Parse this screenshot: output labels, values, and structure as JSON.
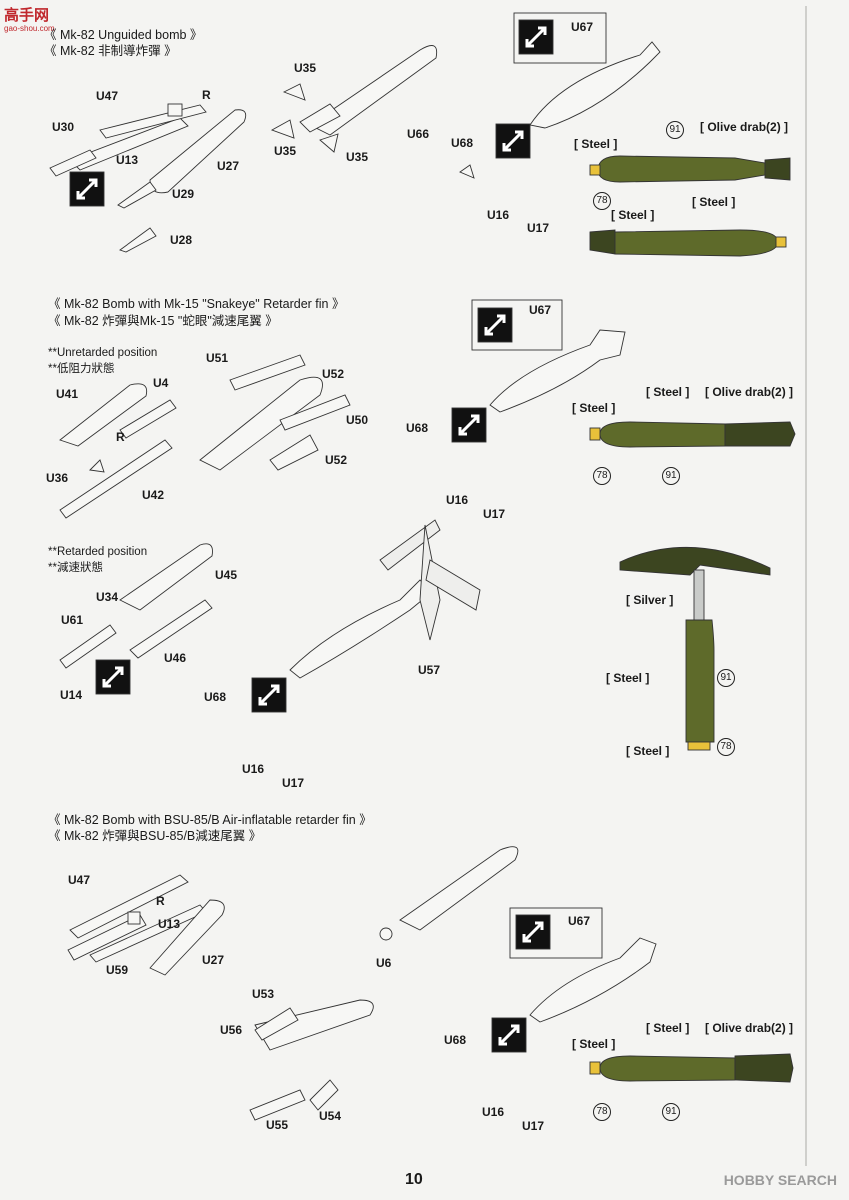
{
  "watermark": {
    "logo_text": "高手网",
    "logo_sub": "gao-shou.com",
    "brand": "HOBBY SEARCH"
  },
  "page_number": "10",
  "sections": [
    {
      "title_en": "《  Mk-82  Unguided  bomb  》",
      "title_zh": "《  Mk-82  非制導炸彈  》"
    },
    {
      "title_en": "《  Mk-82  Bomb  with  Mk-15  \"Snakeye\"  Retarder  fin  》",
      "title_zh": "《  Mk-82  炸彈與Mk-15  \"蛇眼\"減速尾翼  》"
    },
    {
      "title_en": "《  Mk-82  Bomb  with  BSU-85/B  Air-inflatable  retarder  fin  》",
      "title_zh": "《  Mk-82  炸彈與BSU-85/B減速尾翼  》"
    }
  ],
  "notes": {
    "unretarded_en": "**Unretarded position",
    "unretarded_zh": "**低阻力狀態",
    "retarded_en": "**Retarded position",
    "retarded_zh": "**減速狀態"
  },
  "parts": {
    "s1": [
      "U47",
      "R",
      "U30",
      "U13",
      "U27",
      "U29",
      "U28",
      "U35",
      "U35",
      "U35",
      "U66",
      "U67",
      "U68",
      "U16",
      "U17"
    ],
    "s2": [
      "U51",
      "U52",
      "U50",
      "U52",
      "U41",
      "U4",
      "R",
      "U36",
      "U42",
      "U67",
      "U68",
      "U16",
      "U17"
    ],
    "s3": [
      "U45",
      "U34",
      "U61",
      "U46",
      "U14",
      "U57",
      "U68",
      "U16",
      "U17"
    ],
    "s4": [
      "U47",
      "R",
      "U13",
      "U27",
      "U59",
      "U6",
      "U53",
      "U56",
      "U54",
      "U55",
      "U67",
      "U68",
      "U16",
      "U17"
    ]
  },
  "paints": {
    "steel": "[ Steel ]",
    "olive": "[ Olive drab(2) ]",
    "silver": "[ Silver ]",
    "c78": "78",
    "c91": "91"
  },
  "colors": {
    "olive": "#5e6a2a",
    "yellow": "#e8c13a",
    "steel": "#8a8a88",
    "dark": "#3c4520"
  }
}
